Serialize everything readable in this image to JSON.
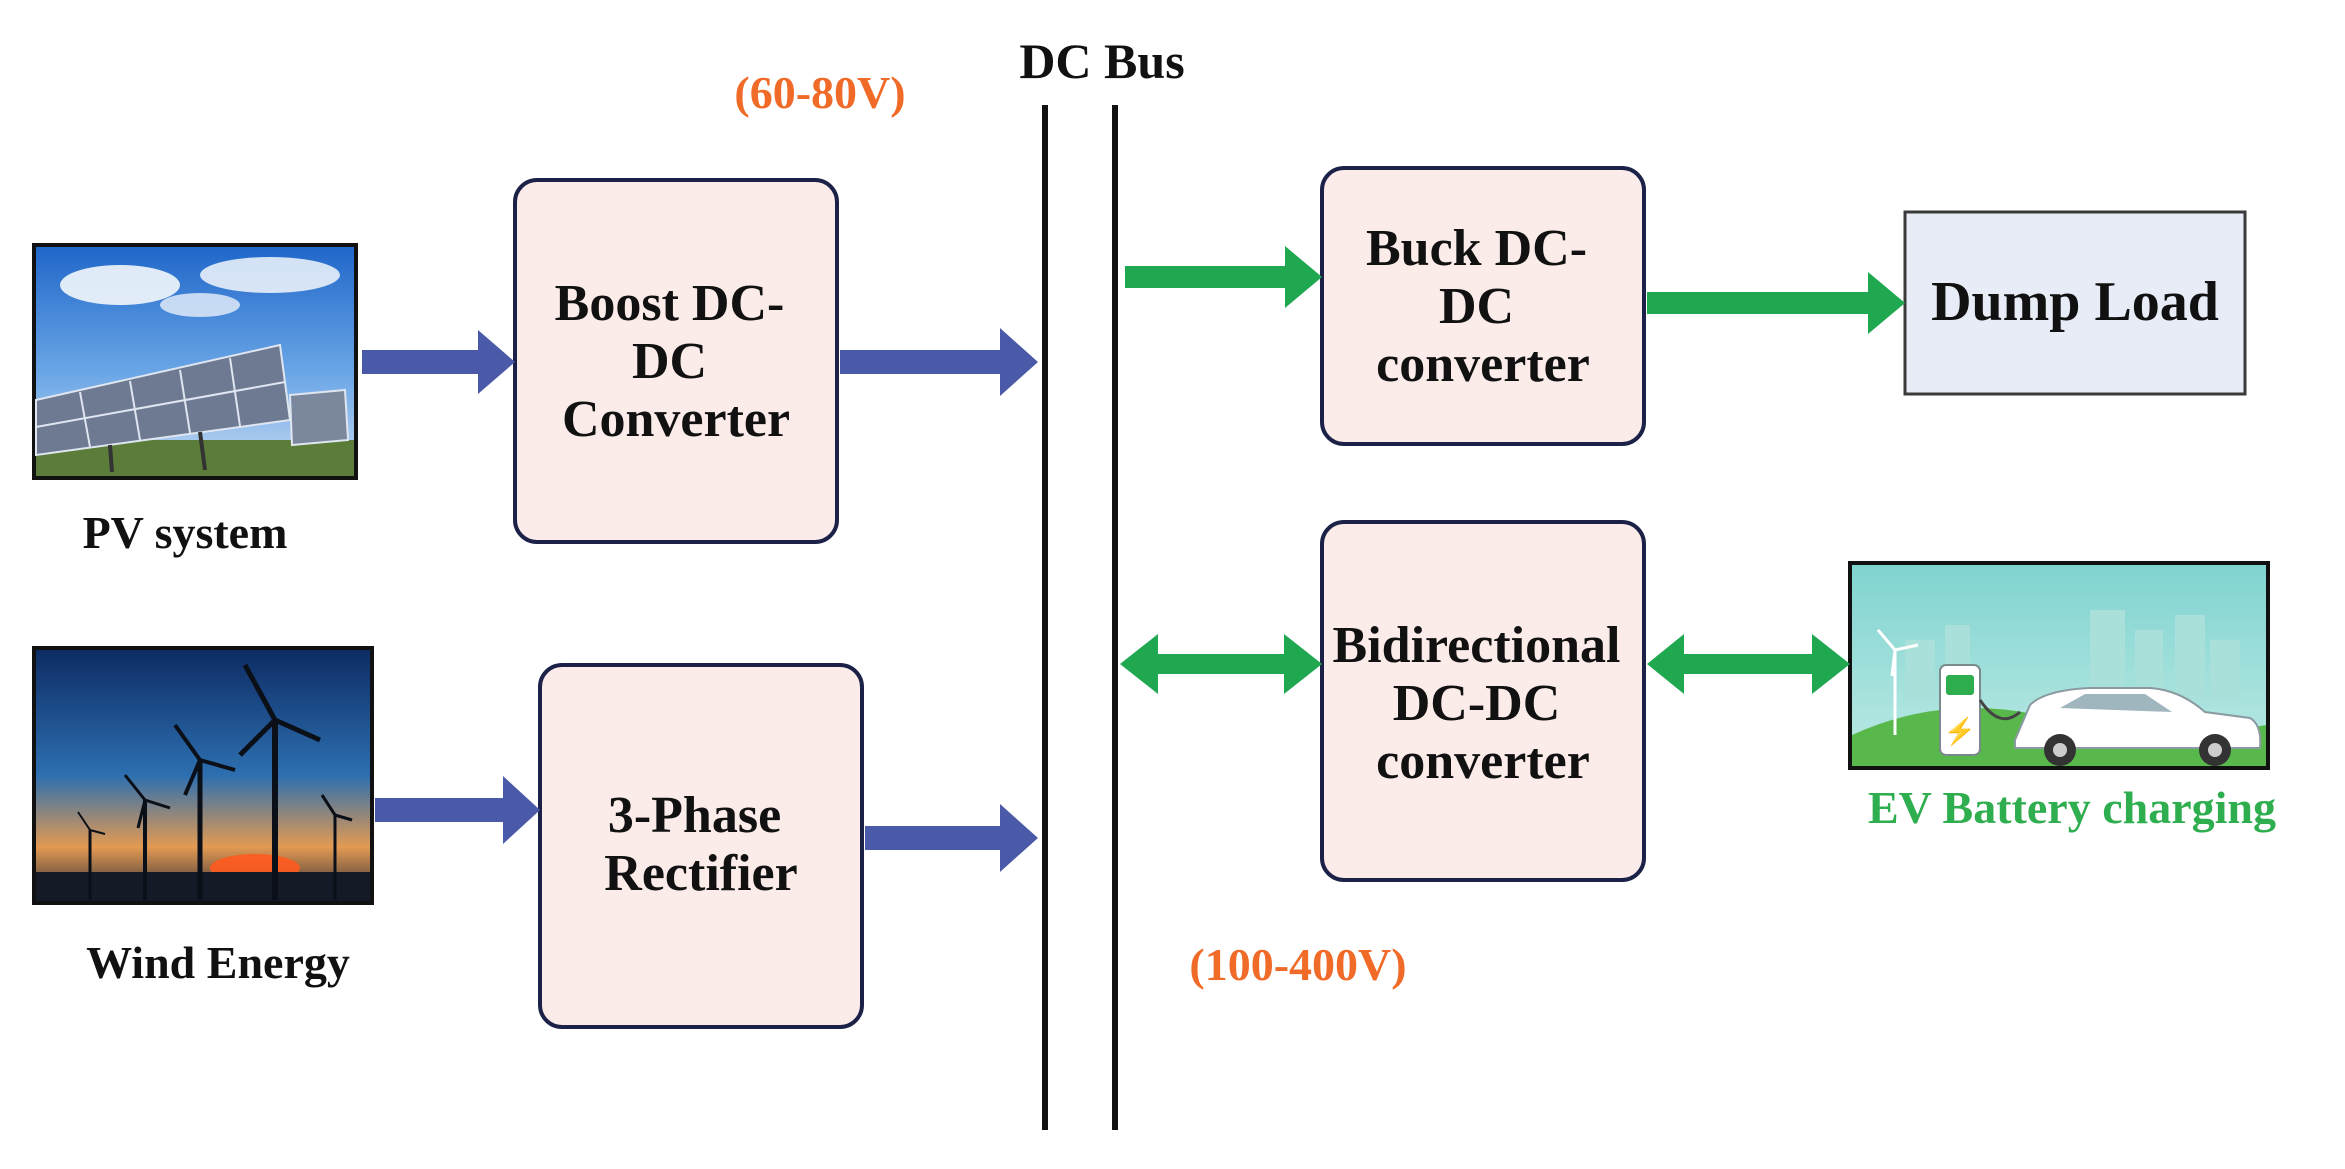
{
  "title": "DC Bus",
  "voltages": {
    "pv_side": "(60-80V)",
    "load_side": "(100-400V)"
  },
  "sources": {
    "pv": {
      "label": "PV system",
      "icon": "solar-panel-array-icon"
    },
    "wind": {
      "label": "Wind Energy",
      "icon": "wind-turbine-farm-icon"
    }
  },
  "blocks": {
    "boost": [
      "Boost DC-",
      "DC",
      "Converter"
    ],
    "rectifier": [
      "3-Phase",
      "Rectifier"
    ],
    "buck": [
      "Buck DC-",
      "DC",
      "converter"
    ],
    "bidirectional": [
      "Bidirectional",
      "DC-DC",
      "converter"
    ],
    "dump_load": "Dump Load"
  },
  "ev": {
    "label": "EV Battery charging",
    "icon": "ev-charging-car-icon"
  },
  "colors": {
    "source_arrow": "#4a5aa8",
    "load_arrow": "#1fa84f",
    "voltage_text": "#f06a28",
    "ev_text": "#2fae4f",
    "block_fill": "#fbecea",
    "block_stroke": "#1c2147",
    "dump_fill": "#e8ecf6"
  }
}
